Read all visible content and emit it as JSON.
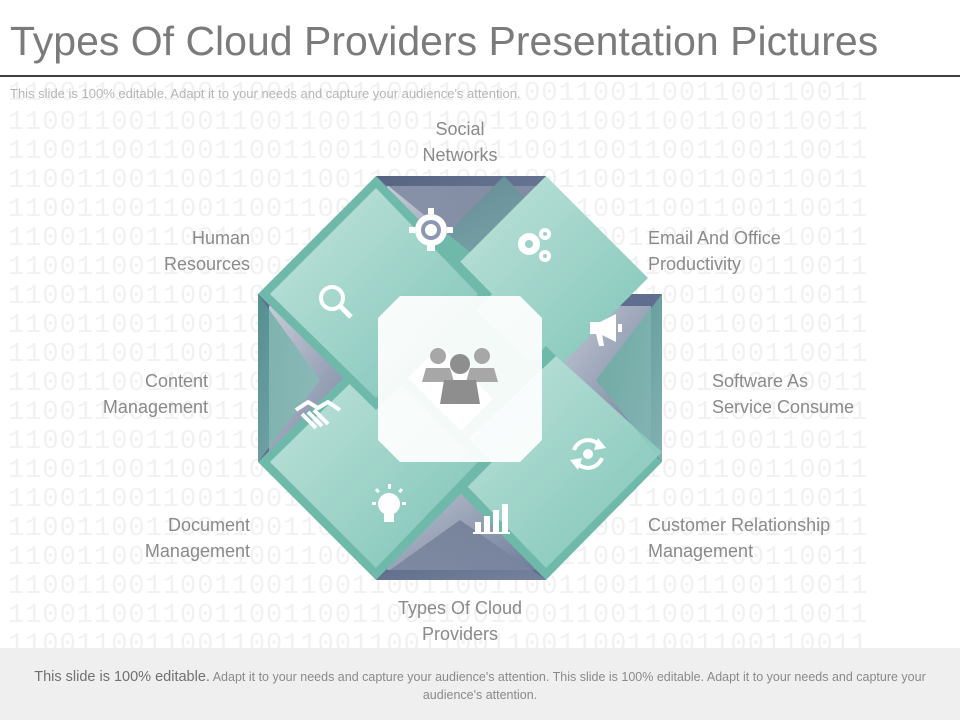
{
  "title": "Types Of Cloud Providers Presentation Pictures",
  "subtitle": "This slide is 100% editable. Adapt it to your needs and capture your audience's attention.",
  "labels": {
    "social_1": "Social",
    "social_2": "Networks",
    "email_1": "Email And Office",
    "email_2": "Productivity",
    "software_1": "Software As",
    "software_2": "Service Consume",
    "crm_1": "Customer Relationship",
    "crm_2": "Management",
    "types_1": "Types Of Cloud",
    "types_2": "Providers",
    "document_1": "Document",
    "document_2": "Management",
    "content_1": "Content",
    "content_2": "Management",
    "hr_1": "Human",
    "hr_2": "Resources"
  },
  "icons": {
    "social": "lightbulb-gear-icon",
    "email": "gears-icon",
    "software": "megaphone-icon",
    "crm": "refresh-gear-icon",
    "types": "bar-chart-icon",
    "document": "lightbulb-icon",
    "content": "handshake-icon",
    "hr": "magnifier-icon",
    "center": "people-group-icon"
  },
  "colors": {
    "teal": "#7ec4b7",
    "slate": "#5f6e8e",
    "title": "#7b7b7b",
    "label": "#8a8a8a"
  },
  "footer": {
    "lead": "This slide is 100% editable.",
    "text": " Adapt it to your needs and capture your audience's attention. This slide is 100% editable. Adapt it to your needs and capture your audience's attention."
  }
}
